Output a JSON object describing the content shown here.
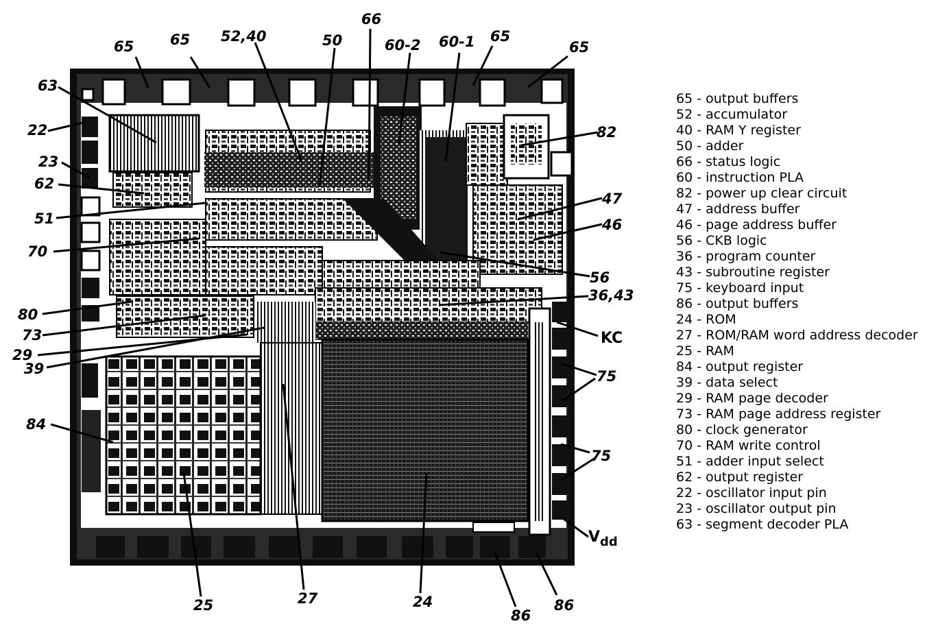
{
  "callouts": {
    "c65a": "65",
    "c65b": "65",
    "c52_40": "52,40",
    "c50": "50",
    "c66": "66",
    "c60_2": "60-2",
    "c60_1": "60-1",
    "c65c": "65",
    "c65d": "65",
    "c63": "63",
    "c22": "22",
    "c23": "23",
    "c62": "62",
    "c51": "51",
    "c70": "70",
    "c80": "80",
    "c73": "73",
    "c29": "29",
    "c39": "39",
    "c84": "84",
    "c82": "82",
    "c47": "47",
    "c46": "46",
    "c56": "56",
    "c36_43": "36,43",
    "cKC": "KC",
    "c75a": "75",
    "c75b": "75",
    "cVdd": "V",
    "cVdd_sub": "dd",
    "c25": "25",
    "c27": "27",
    "c24": "24",
    "c86a": "86",
    "c86b": "86"
  },
  "legend": [
    "65 - output buffers",
    "52 - accumulator",
    "40 - RAM Y register",
    "50 - adder",
    "66 - status logic",
    "60 - instruction PLA",
    "82 - power up clear circuit",
    "47 - address buffer",
    "46 - page address buffer",
    "56 - CKB logic",
    "36 - program counter",
    "43 - subroutine register",
    "75 - keyboard input",
    "86 - output buffers",
    "24 - ROM",
    "27 - ROM/RAM word address decoder",
    "25 - RAM",
    "84 - output register",
    "39 - data select",
    "29 - RAM page decoder",
    "73 - RAM page address register",
    "80 - clock generator",
    "70 - RAM write control",
    "51 - adder input select",
    "62 - output register",
    "22 - oscillator input pin",
    "23 - oscillator output pin",
    "63 - segment decoder PLA"
  ]
}
